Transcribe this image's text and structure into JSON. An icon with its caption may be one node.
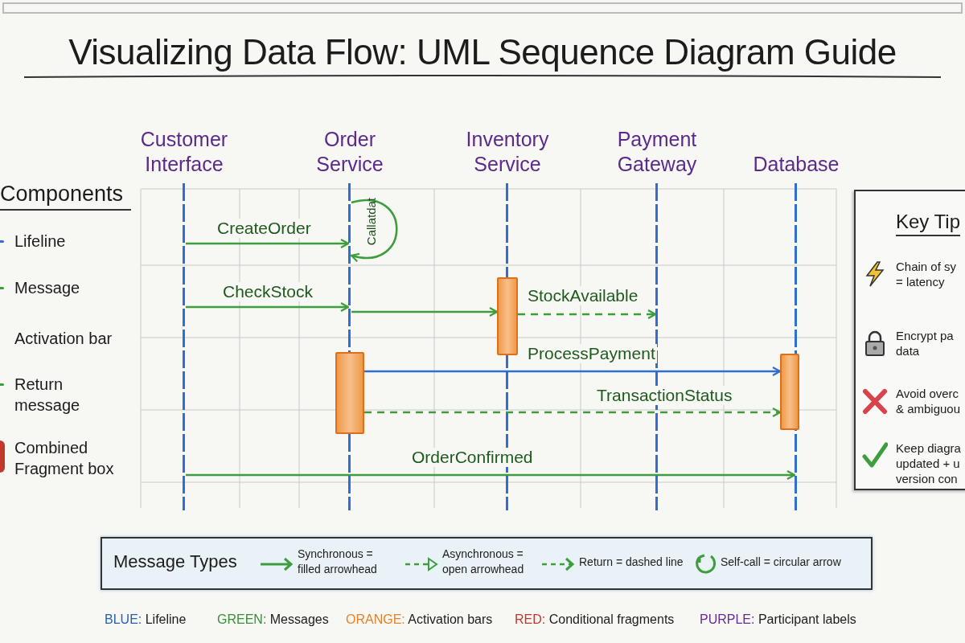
{
  "diagram": {
    "title": "Visualizing Data Flow: UML Sequence Diagram Guide",
    "nodes": [
      {
        "text": [],
        "shape": "bar",
        "beside": [
          "Customer Interface"
        ]
      },
      {
        "text": [],
        "shape": "bar",
        "beside": [
          "Order Service"
        ]
      },
      {
        "text": [],
        "shape": "bar",
        "beside": [
          "Inventory Service"
        ]
      },
      {
        "text": [],
        "shape": "bar",
        "beside": [
          "Payment Gateway"
        ]
      },
      {
        "text": [],
        "shape": "bar",
        "beside": [
          "Database"
        ]
      },
      {
        "text": [],
        "shape": "bar"
      },
      {
        "text": [],
        "shape": "bar"
      },
      {
        "text": [],
        "shape": "bar"
      },
      {
        "text": [
          "Key Tip",
          "Chain of sy = latency",
          "Encrypt pa data",
          "Avoid overc & ambiguou",
          "Keep diagra updated + u version con"
        ]
      },
      {
        "text": [
          "Message Types",
          "Synchronous = filled arrowhead",
          "Asynchronous = open arrowhead",
          "Return = dashed line",
          "Self-call = circular arrow"
        ]
      }
    ],
    "edges": [
      {
        "from": 1,
        "to": 1,
        "arrow": "to",
        "label": "Callatdat"
      },
      {
        "from": 0,
        "to": 1,
        "arrow": "to",
        "label": "CreateOrder"
      },
      {
        "from": 0,
        "to": 1,
        "arrow": "to",
        "label": "CheckStock"
      },
      {
        "from": 1,
        "to": 5,
        "arrow": "to"
      },
      {
        "from": 5,
        "to": 3,
        "arrow": "to",
        "label": "StockAvailable",
        "style": "dashed"
      },
      {
        "from": 6,
        "to": 7,
        "arrow": "to",
        "label": "ProcessPayment",
        "color": "#2f6fd0"
      },
      {
        "from": 6,
        "to": 7,
        "arrow": "to",
        "label": "TransactionStatus",
        "style": "dashed"
      },
      {
        "from": 0,
        "to": 4,
        "arrow": "to",
        "label": "OrderConfirmed"
      }
    ],
    "labels": [
      "Components",
      "Lifeline",
      "Message",
      "Activation bar",
      "Return message",
      "Combined Fragment box"
    ],
    "legend": [
      {
        "text": "BLUE: Lifeline",
        "color": "#2a5fb0"
      },
      {
        "text": "GREEN: Messages",
        "color": "#3a8f3a"
      },
      {
        "text": "ORANGE: Activation bars",
        "color": "#e5822a"
      },
      {
        "text": "RED: Conditional fragments",
        "color": "#c0392b"
      },
      {
        "text": "PURPLE: Participant labels",
        "color": "#6a2c91"
      }
    ]
  }
}
